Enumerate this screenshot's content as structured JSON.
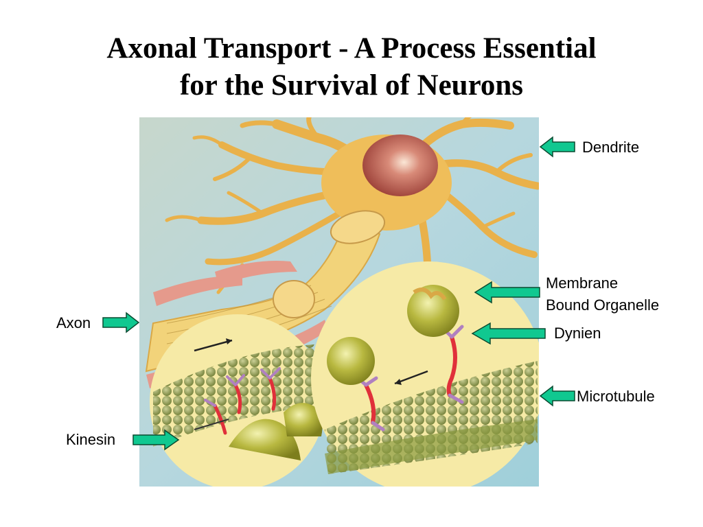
{
  "title": {
    "line1": "Axonal Transport - A Process Essential",
    "line2": "for the Survival of Neurons"
  },
  "labels": {
    "dendrite": "Dendrite",
    "organelle_line1": "Membrane",
    "organelle_line2": "Bound Organelle",
    "dynein": "Dynien",
    "microtubule": "Microtubule",
    "axon": "Axon",
    "kinesin": "Kinesin"
  },
  "colors": {
    "arrow_fill": "#10c890",
    "arrow_stroke": "#0a4a30",
    "background_blue": "#a9d3db",
    "neuron_yellow": "#f0c85a",
    "membrane_pink": "#e59a8c",
    "nucleus": "#b0504a",
    "circle_fill": "#f6eaa6",
    "microtubule_green": "#8a9a40",
    "organelle": "#a9ab2c",
    "motor_red": "#e0303a",
    "motor_purple": "#b080c0"
  },
  "icons": {
    "pointer": "arrow-icon"
  }
}
